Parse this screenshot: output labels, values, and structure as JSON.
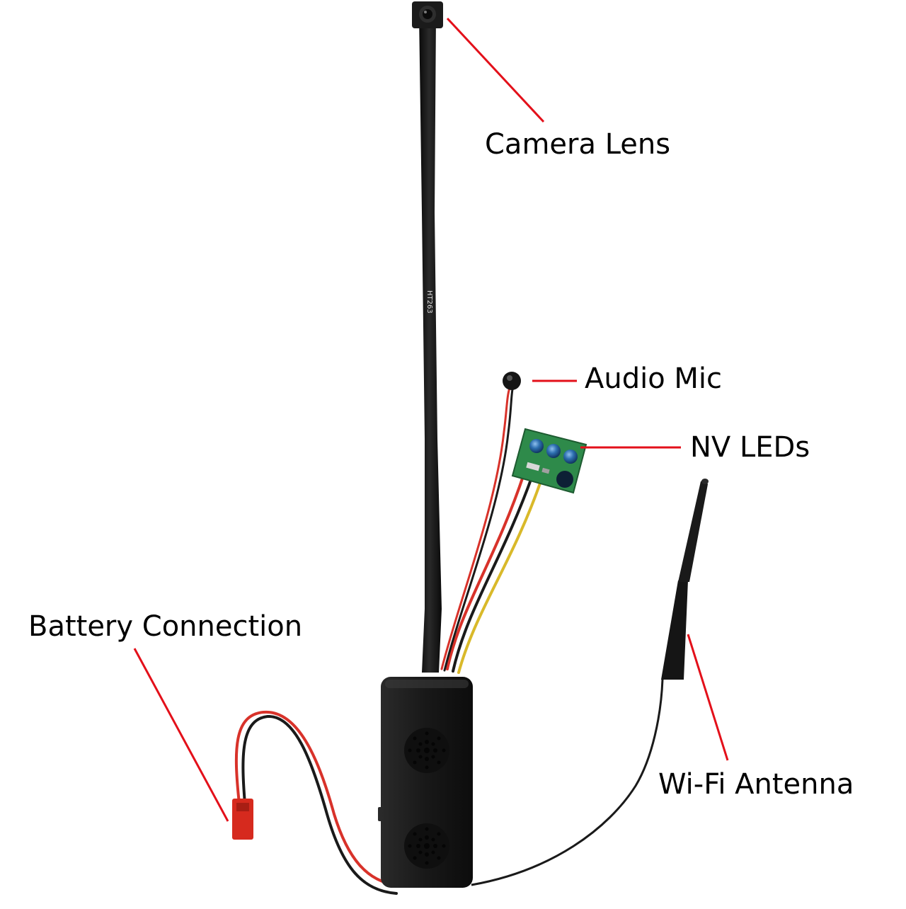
{
  "labels": {
    "camera_lens": "Camera Lens",
    "audio_mic": "Audio Mic",
    "nv_leds": "NV LEDs",
    "battery_connection": "Battery Connection",
    "wifi_antenna": "Wi-Fi Antenna"
  },
  "flex_cable_marking": "HT263",
  "colors": {
    "callout_line": "#e3101a",
    "device_body": "#151515",
    "flex_cable": "#111111",
    "pcb_green": "#2e8a4a",
    "led_blue": "#1e5fa0",
    "wire_red": "#d8322a",
    "wire_black": "#1a1a1a",
    "wire_yellow": "#d9b92a",
    "battery_plug": "#d62a1e"
  },
  "icons": {
    "camera": "camera-lens-icon",
    "mic": "microphone-icon",
    "led": "led-board-icon",
    "battery": "battery-connector-icon",
    "antenna": "wifi-antenna-icon"
  }
}
